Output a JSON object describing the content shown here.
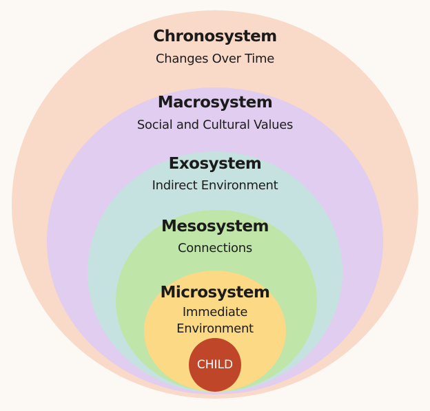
{
  "colors": {
    "background": "#fcf8f4",
    "chronosystem": "#f9d9c7",
    "macrosystem": "#e0cdef",
    "exosystem": "#c6e2e0",
    "mesosystem": "#bfe6a8",
    "microsystem": "#fbd985",
    "child": "#c0462a"
  },
  "layers": {
    "chronosystem": {
      "title": "Chronosystem",
      "subtitle": "Changes Over Time"
    },
    "macrosystem": {
      "title": "Macrosystem",
      "subtitle": "Social and Cultural Values"
    },
    "exosystem": {
      "title": "Exosystem",
      "subtitle": "Indirect Environment"
    },
    "mesosystem": {
      "title": "Mesosystem",
      "subtitle": "Connections"
    },
    "microsystem": {
      "title": "Microsystem",
      "subtitle_line1": "Immediate",
      "subtitle_line2": "Environment"
    }
  },
  "center": {
    "label": "CHILD"
  }
}
